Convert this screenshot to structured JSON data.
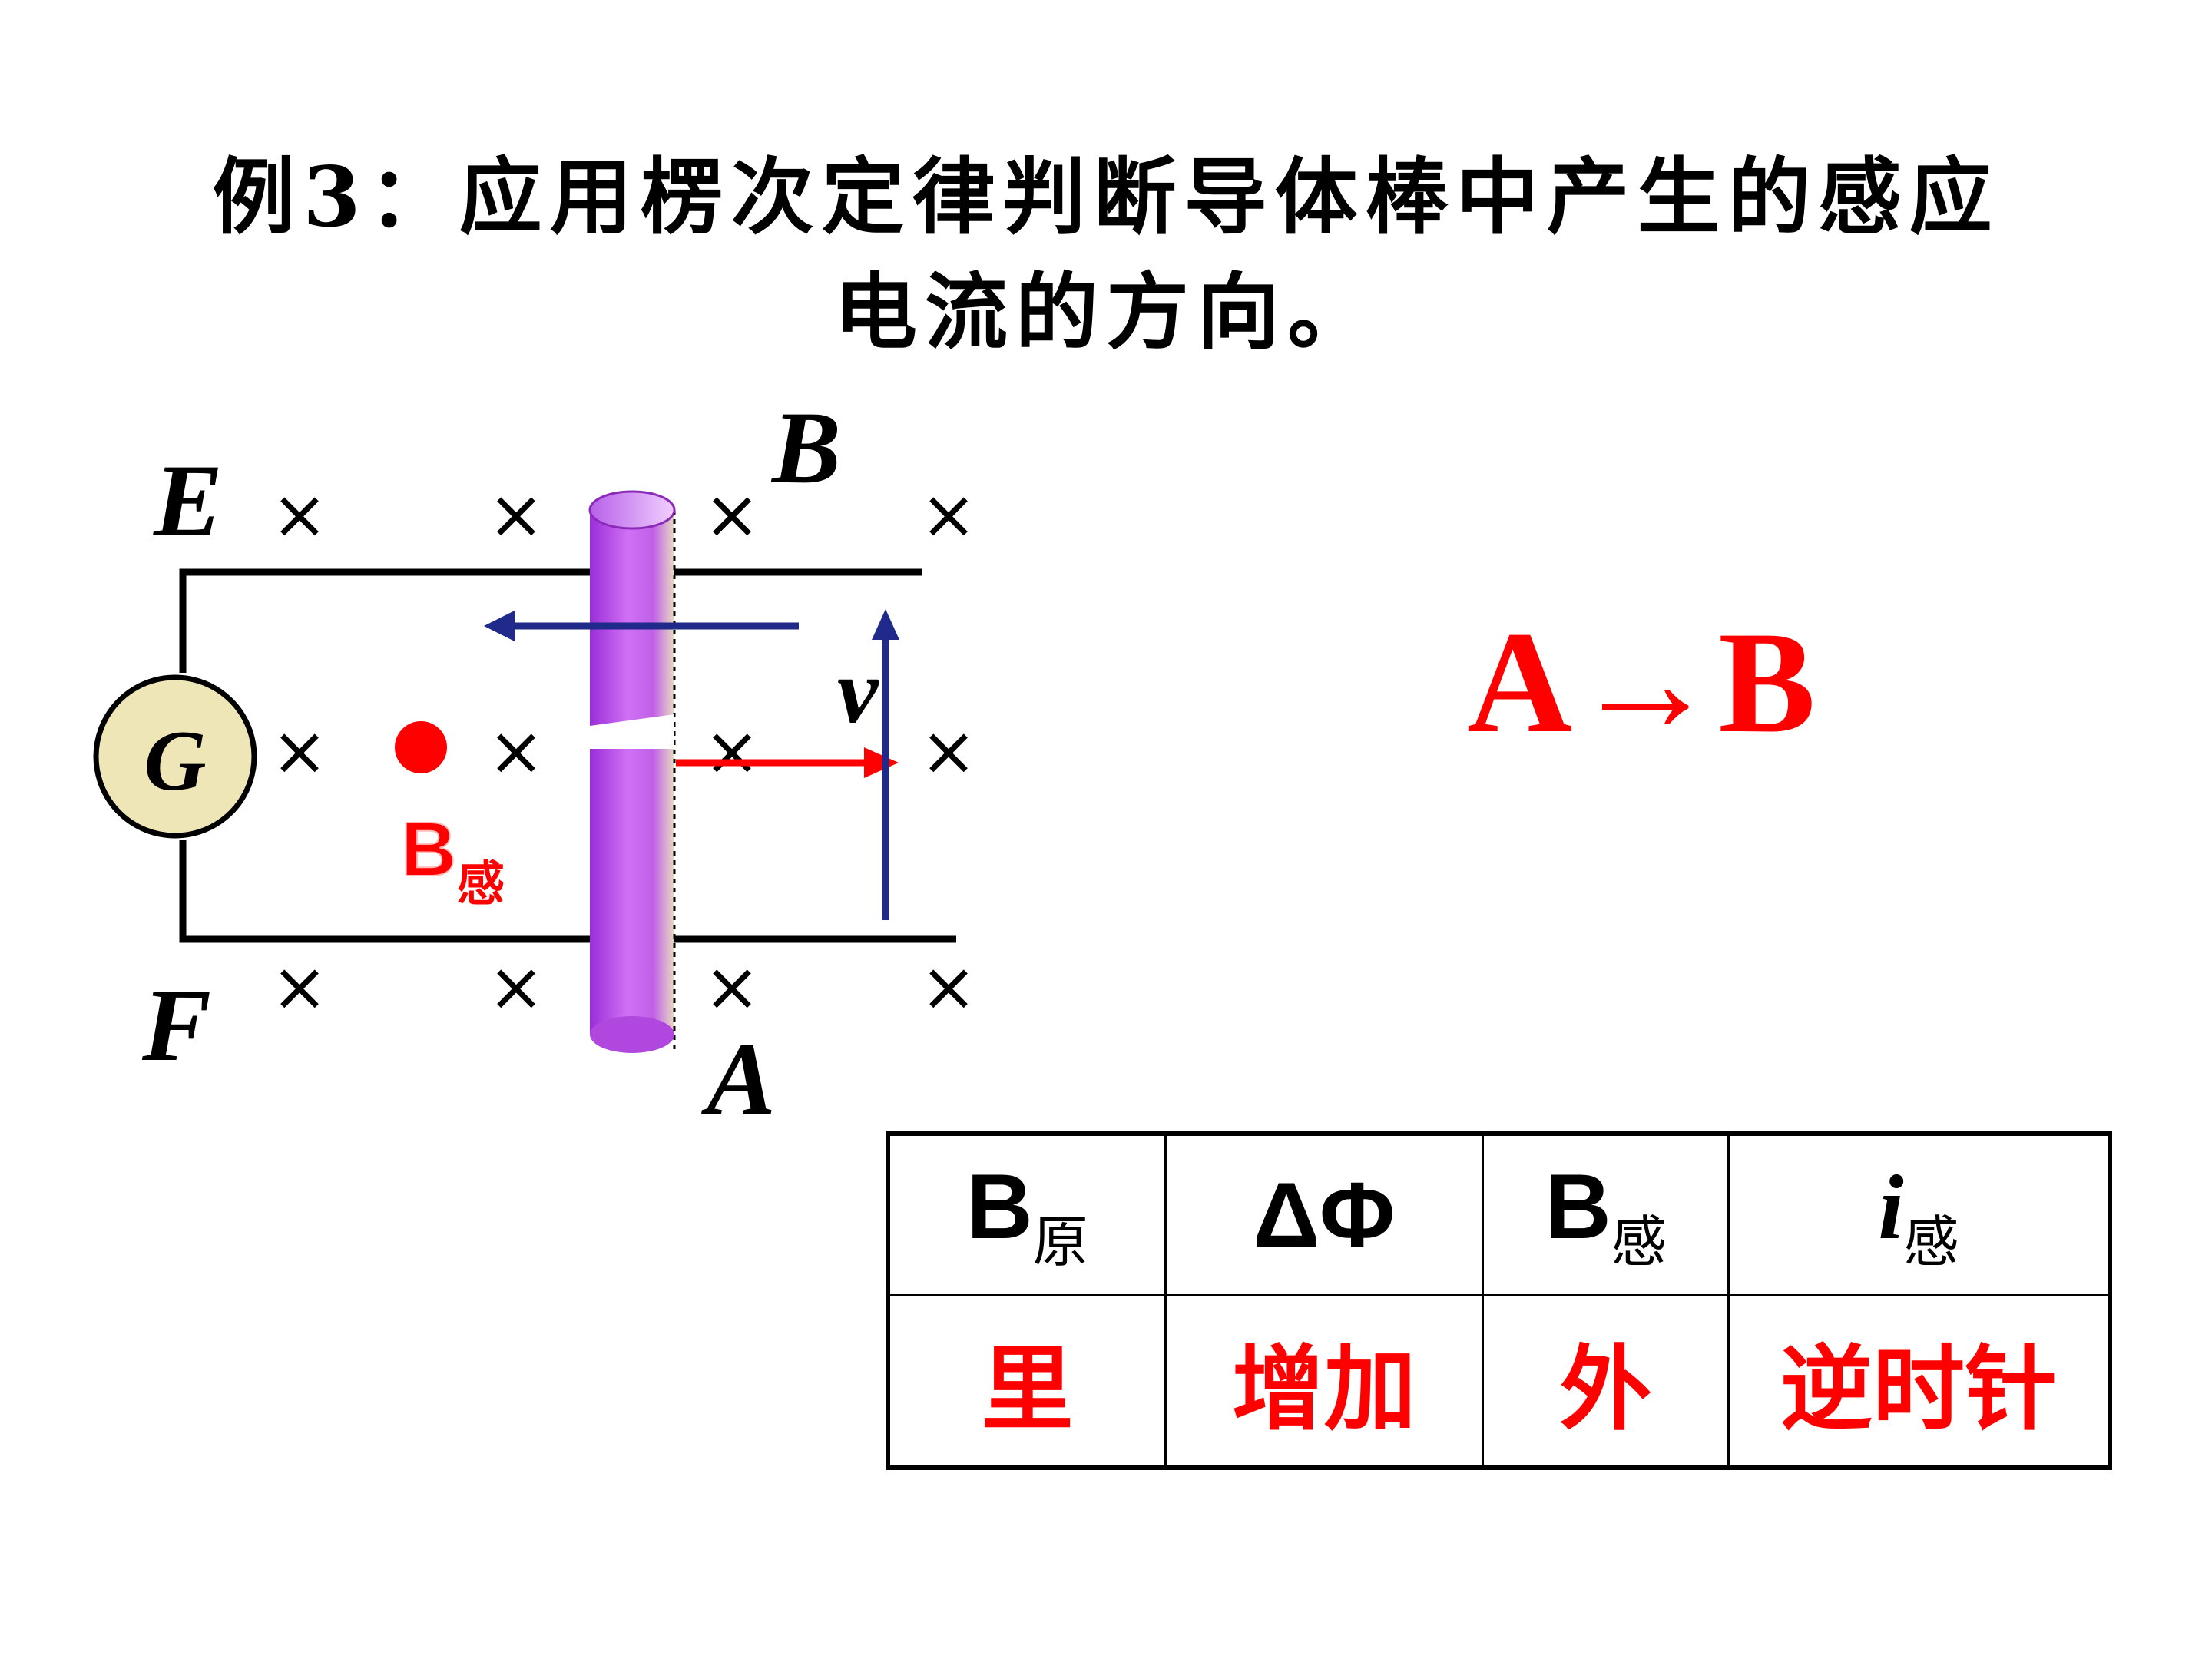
{
  "title": {
    "line1": "例3：应用楞次定律判断导体棒中产生的感应",
    "line2": "电流的方向。"
  },
  "diagram": {
    "label_E": "E",
    "label_F": "F",
    "label_A": "A",
    "label_B": "B",
    "label_v": "v",
    "meter_label": "G",
    "induced_field_label": "B",
    "induced_field_subscript": "感",
    "field_mark": "×",
    "colors": {
      "induced": "#ff0000",
      "current_arrow": "#1f2a8a",
      "rod": "#b040e0",
      "meter_fill": "#efe6b8"
    }
  },
  "answer": "A→B",
  "table": {
    "headers": [
      {
        "main": "B",
        "sub": "原"
      },
      {
        "main": "ΔΦ",
        "sub": ""
      },
      {
        "main": "B",
        "sub": "感"
      },
      {
        "main": "i",
        "sub": "感"
      }
    ],
    "values": [
      "里",
      "增加",
      "外",
      "逆时针"
    ]
  }
}
